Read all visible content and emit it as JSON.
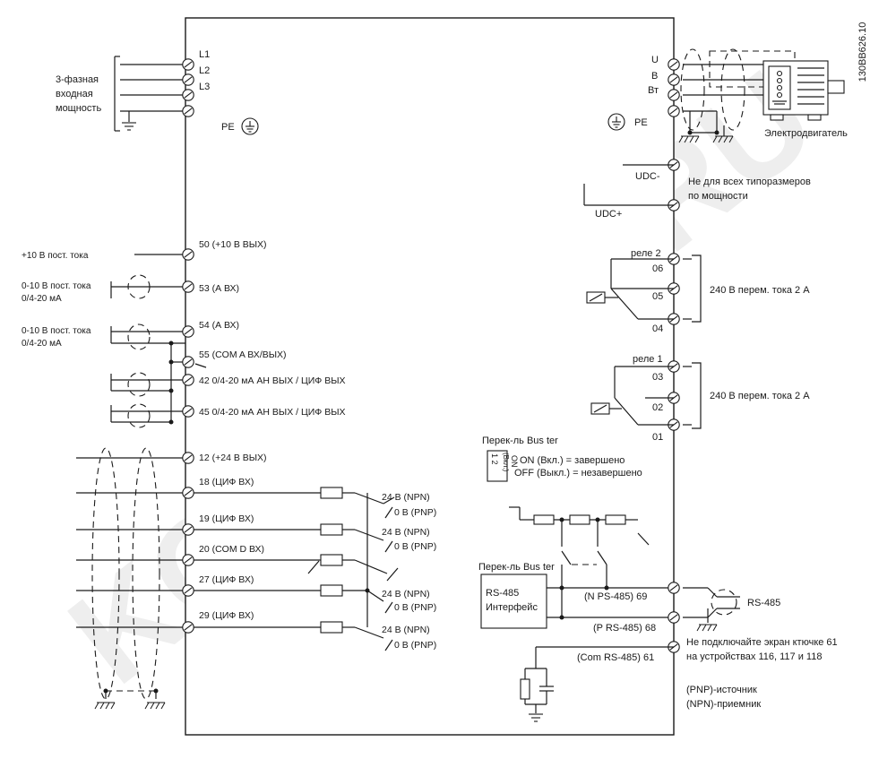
{
  "drawing_id": "130BB626.10",
  "watermark": "KOMFORT.RU",
  "left": {
    "input_power": [
      "3-фазная",
      "входная",
      "мощность"
    ],
    "l1": "L1",
    "l2": "L2",
    "l3": "L3",
    "pe": "PE",
    "ext_10v": "+10 В пост. тока",
    "ain1": [
      "0-10 В пост. тока",
      "0/4-20 мА"
    ],
    "ain2": [
      "0-10 В пост. тока",
      "0/4-20 мА"
    ],
    "t50": "50 (+10 В ВЫХ)",
    "t53": "53 (А ВХ)",
    "t54": "54 (А ВХ)",
    "t55": "55 (COM A ВХ/ВЫХ)",
    "t42": "42 0/4-20 мА АН ВЫХ / ЦИФ ВЫХ",
    "t45": "45 0/4-20 мА АН ВЫХ / ЦИФ ВЫХ",
    "t12": "12 (+24 В ВЫХ)",
    "t18": "18 (ЦИФ ВХ)",
    "t19": "19 (ЦИФ ВХ)",
    "t20": "20 (COM D ВХ)",
    "t27": "27 (ЦИФ ВХ)",
    "t29": "29 (ЦИФ ВХ)",
    "npn": "24 В (NPN)",
    "pnp": "0 В (PNP)"
  },
  "right": {
    "u": "U",
    "v": "В",
    "w": "Вт",
    "pe": "PE",
    "motor": "Электродвигатель",
    "udc_minus": "UDC-",
    "udc_plus": "UDC+",
    "udc_note": [
      "Не для всех типоразмеров",
      "по мощности"
    ],
    "relay2": "реле 2",
    "relay1": "реле 1",
    "r06": "06",
    "r05": "05",
    "r04": "04",
    "r03": "03",
    "r02": "02",
    "r01": "01",
    "relay_rating": "240 В перем. тока 2 А",
    "bus_ter_title": "Перек-ль Bus ter",
    "switch_on_text": "ON (Вкл.) = завершено",
    "switch_off_text": "OFF (Выкл.) = незавершено",
    "switch_glyph_on": "ON",
    "switch_glyph_vkl": "(Вкл.)",
    "switch_glyph_12": "1 2",
    "bus_ter_label2": "Перек-ль Bus ter",
    "rs485_iface": [
      "RS-485",
      "Интерфейс"
    ],
    "t69": "(N PS-485) 69",
    "t68": "(P RS-485) 68",
    "t61": "(Com RS-485) 61",
    "rs485": "RS-485",
    "shield_note": [
      "Не подключайте экран ктючке 61",
      "на устройствах 116, 117 и 118"
    ],
    "legend": [
      "(PNP)-источник",
      "(NPN)-приемник"
    ]
  }
}
